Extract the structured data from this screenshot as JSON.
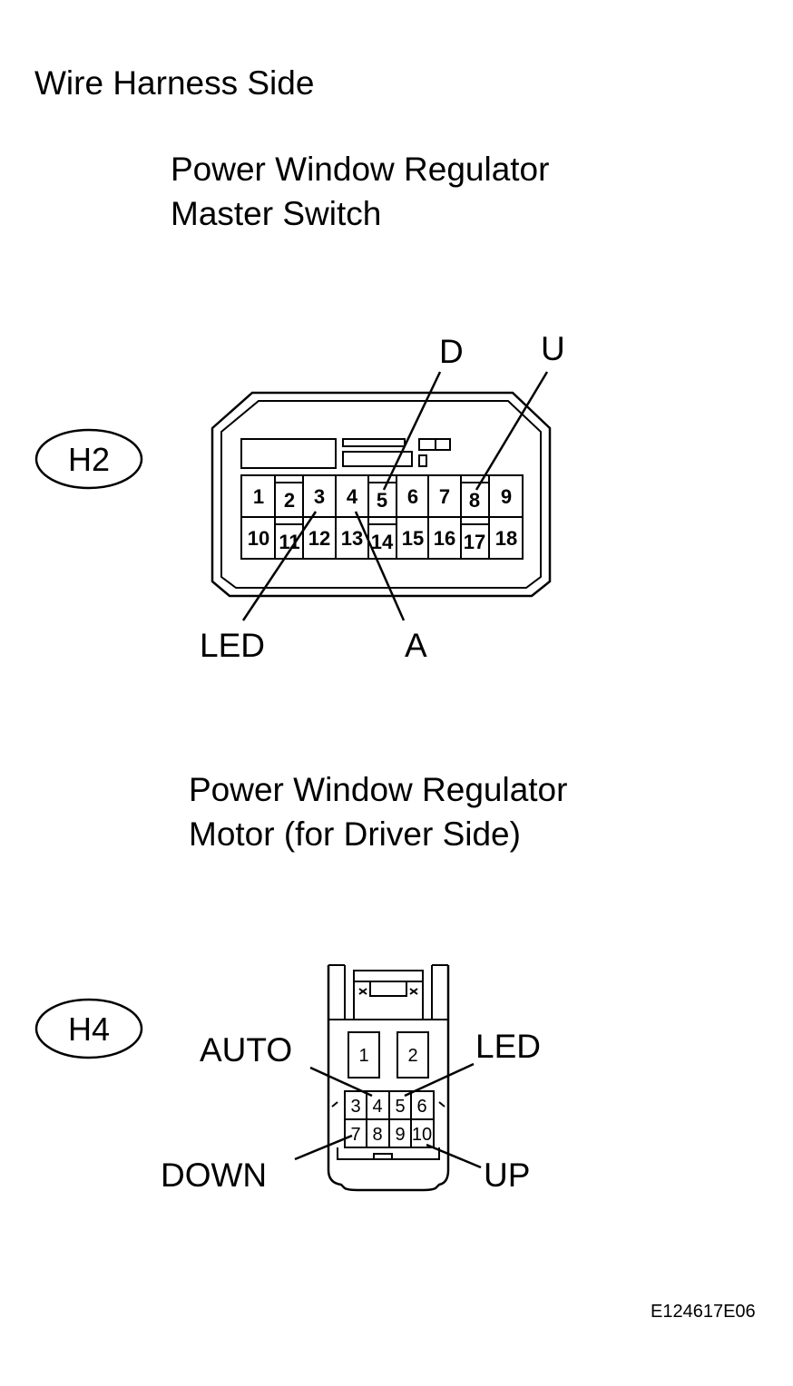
{
  "heading": "Wire Harness Side",
  "connector_h2": {
    "id": "H2",
    "title_line1": "Power Window Regulator",
    "title_line2": "Master Switch",
    "pins_top": [
      "1",
      "2",
      "3",
      "4",
      "5",
      "6",
      "7",
      "8",
      "9"
    ],
    "pins_bottom": [
      "10",
      "11",
      "12",
      "13",
      "14",
      "15",
      "16",
      "17",
      "18"
    ],
    "callouts": {
      "d": "D",
      "u": "U",
      "led": "LED",
      "a": "A"
    }
  },
  "connector_h4": {
    "id": "H4",
    "title_line1": "Power Window Regulator",
    "title_line2": "Motor  (for Driver Side)",
    "pins_large": [
      "1",
      "2"
    ],
    "pins_mid": [
      "3",
      "4",
      "5",
      "6"
    ],
    "pins_low": [
      "7",
      "8",
      "9",
      "10"
    ],
    "callouts": {
      "auto": "AUTO",
      "led": "LED",
      "down": "DOWN",
      "up": "UP"
    }
  },
  "figure_id": "E124617E06"
}
